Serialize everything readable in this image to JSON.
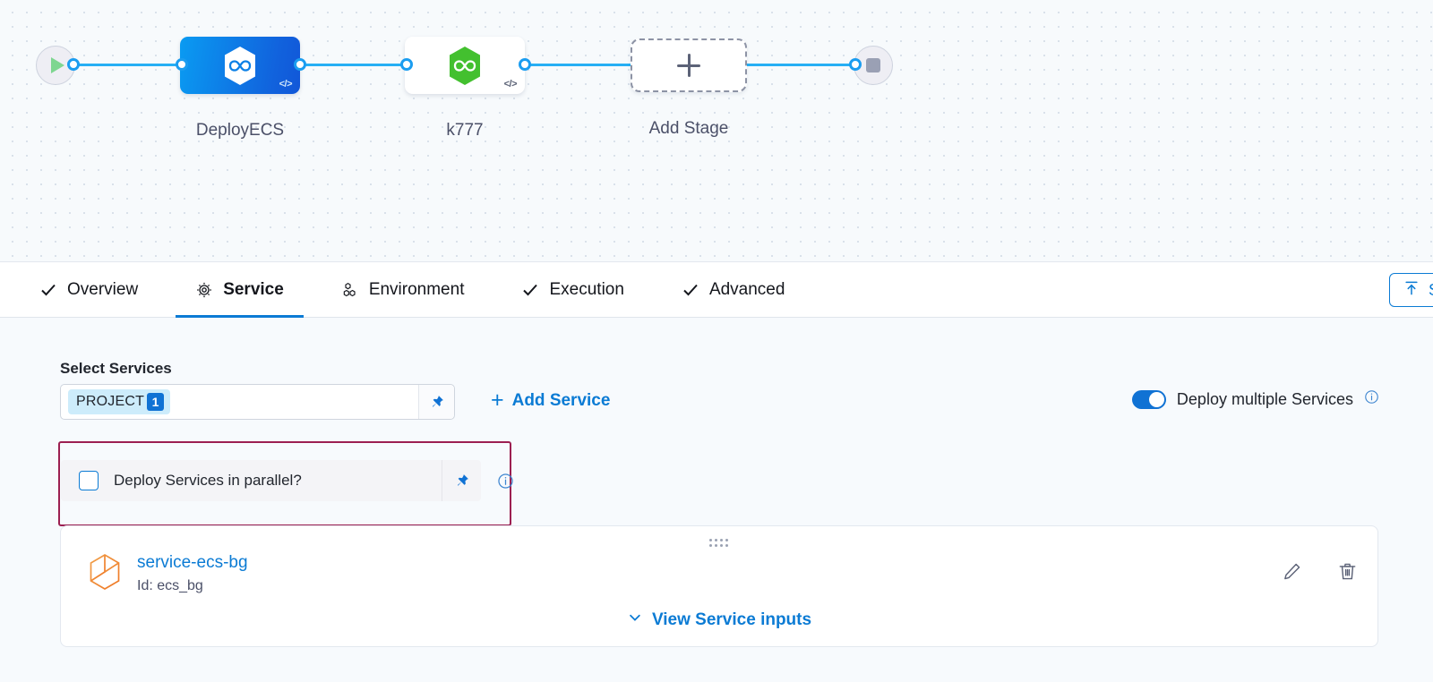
{
  "pipeline": {
    "start_node": {
      "name": "start-node",
      "icon": "play-icon"
    },
    "end_node": {
      "name": "end-node",
      "icon": "stop-icon"
    },
    "stages": [
      {
        "label": "DeployECS",
        "icon": "harness-hexagon-infinity-icon",
        "code_tag": "</>",
        "selected": true
      },
      {
        "label": "k777",
        "icon": "harness-hexagon-infinity-icon",
        "code_tag": "</>",
        "selected": false
      }
    ],
    "add_stage": {
      "label": "Add Stage",
      "icon": "plus-icon"
    }
  },
  "tabs": [
    {
      "label": "Overview",
      "icon": "check-icon",
      "active": false
    },
    {
      "label": "Service",
      "icon": "gear-icon",
      "active": true
    },
    {
      "label": "Environment",
      "icon": "cluster-hexagons-icon",
      "active": false
    },
    {
      "label": "Execution",
      "icon": "check-icon",
      "active": false
    },
    {
      "label": "Advanced",
      "icon": "check-icon",
      "active": false
    }
  ],
  "toolbar": {
    "save_label": "S",
    "save_icon": "save-upload-icon"
  },
  "service_section": {
    "label": "Select Services",
    "multiselect": {
      "chip_label": "PROJECT",
      "chip_count": "1",
      "pin_icon": "pin-icon"
    },
    "add_service_label": "Add Service",
    "add_service_icon": "plus-icon",
    "deploy_multiple": {
      "label": "Deploy multiple Services",
      "enabled": true,
      "info_icon": "info-icon"
    },
    "parallel": {
      "label": "Deploy Services in parallel?",
      "checked": false,
      "pin_icon": "pin-icon",
      "info_icon": "info-icon",
      "highlight_color": "#9c1f51"
    }
  },
  "service_card": {
    "drag_handle_icon": "drag-dots-icon",
    "service_icon": "service-cube-icon",
    "name": "service-ecs-bg",
    "id_text": "Id: ecs_bg",
    "view_inputs_label": "View Service inputs",
    "view_inputs_icon": "chevron-down-icon",
    "edit_icon": "pencil-icon",
    "delete_icon": "trash-icon"
  },
  "colors": {
    "accent_blue": "#0b7bd4",
    "edge_blue": "#26aff4",
    "stage_selected_from": "#0a9bf2",
    "stage_selected_to": "#1157d8",
    "green_logo": "#43c02f",
    "highlight_magenta": "#9c1f51",
    "canvas_bg": "#f7fafc",
    "content_bg": "#f7fafd"
  }
}
